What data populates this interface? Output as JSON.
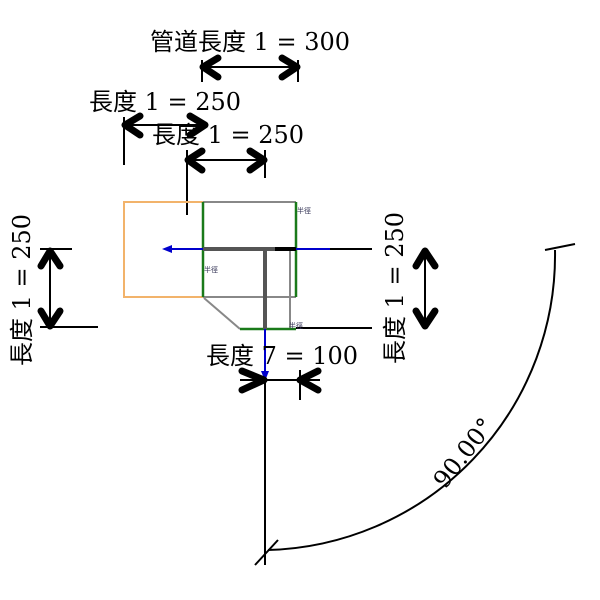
{
  "dimensions": {
    "pipe_length": "管道長度 1 = 300",
    "length_top_a": "長度 1 = 250",
    "length_top_b": "長度 1 = 250",
    "length_left": "長度 1 = 250",
    "length_right": "長度 1 = 250",
    "length_7": "長度 7 = 100",
    "angle": "90.00°"
  },
  "labels": {
    "radius_1": "半徑",
    "radius_2": "半徑",
    "radius_3": "半徑"
  },
  "colors": {
    "connector": "#0000cc",
    "reference_plane": "#1a7a1a",
    "solid": "#f2b36b",
    "edge": "#888888"
  }
}
